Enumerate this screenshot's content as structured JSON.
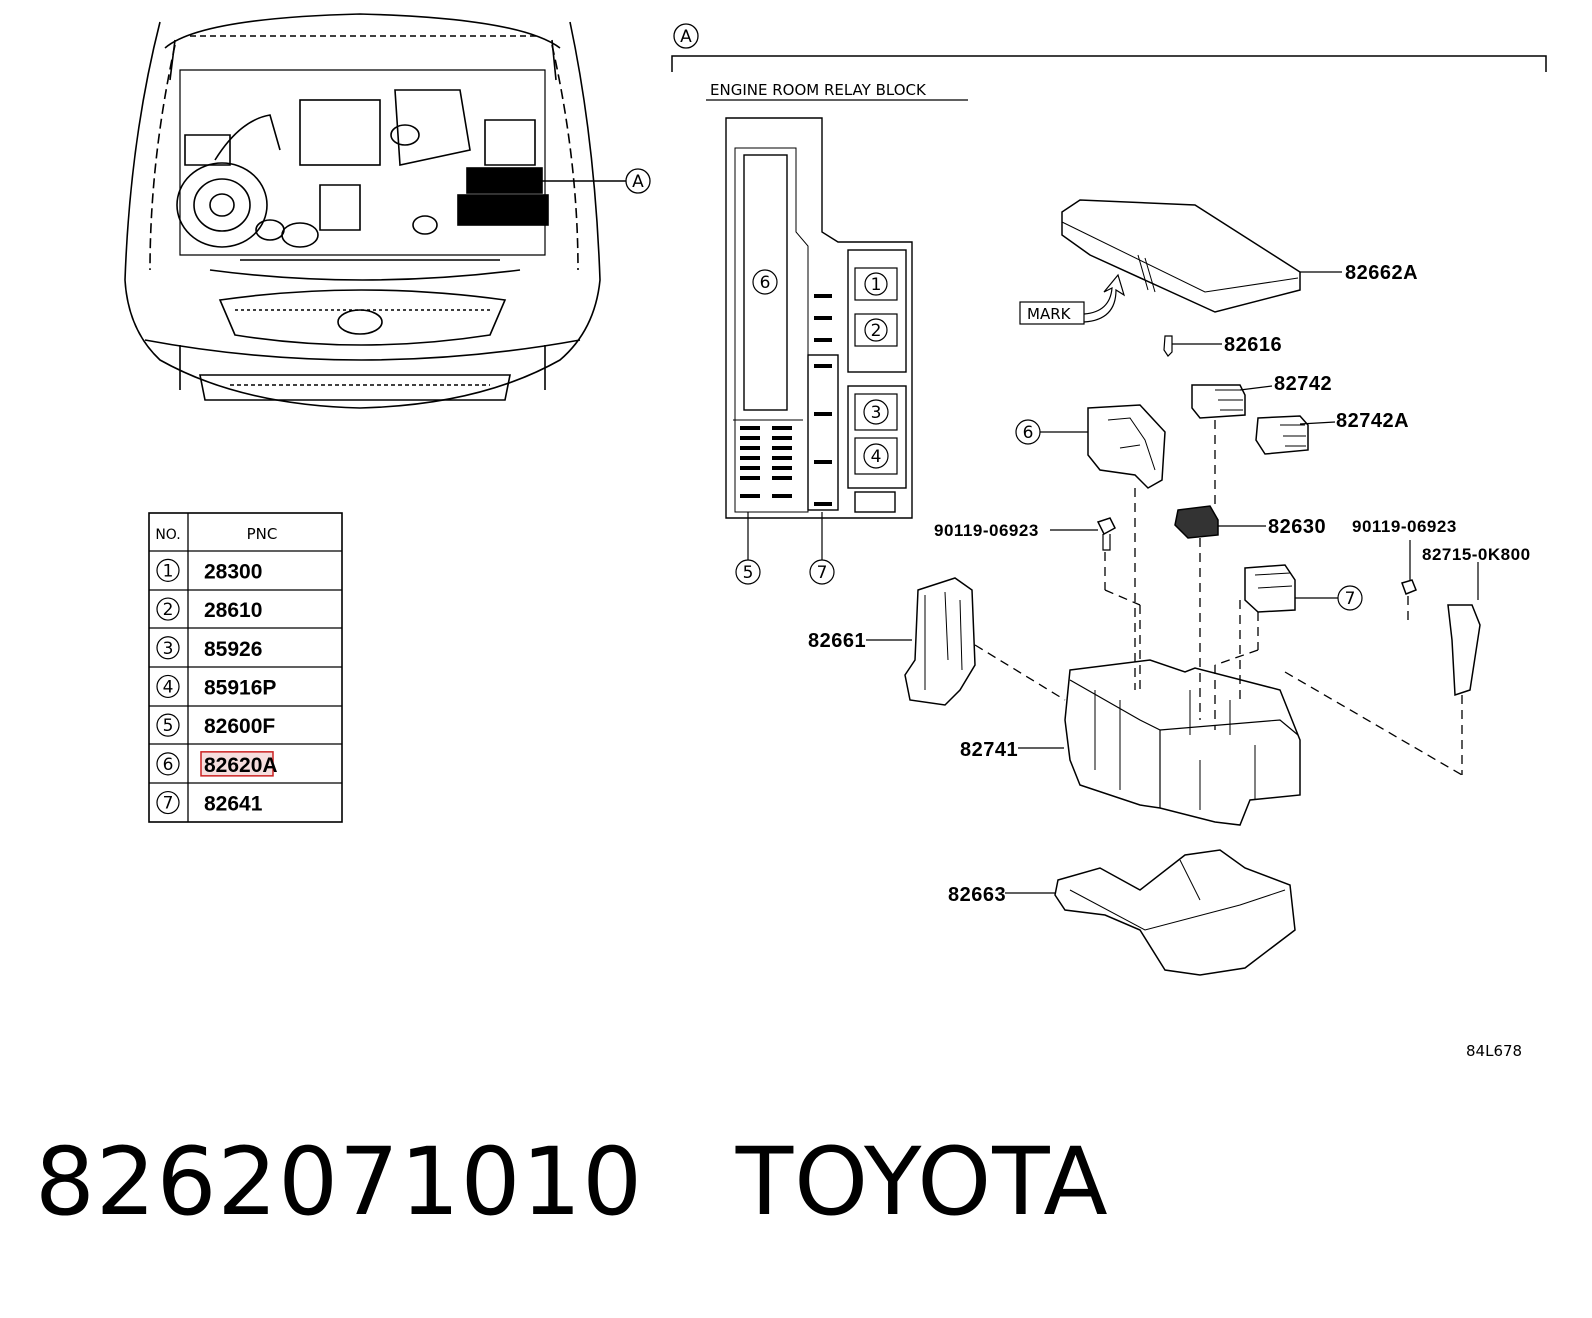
{
  "callout_a": "A",
  "section_title": "ENGINE ROOM RELAY BLOCK",
  "mark_label": "MARK",
  "figure_code": "84L678",
  "table": {
    "col_no": "NO.",
    "col_pnc": "PNC",
    "rows": [
      {
        "no": "1",
        "pnc": "28300"
      },
      {
        "no": "2",
        "pnc": "28610"
      },
      {
        "no": "3",
        "pnc": "85926"
      },
      {
        "no": "4",
        "pnc": "85916P"
      },
      {
        "no": "5",
        "pnc": "82600F"
      },
      {
        "no": "6",
        "pnc": "82620A"
      },
      {
        "no": "7",
        "pnc": "82641"
      }
    ],
    "highlighted_row": 5,
    "highlight_color": "#cc2222"
  },
  "layout_numbers": [
    "1",
    "2",
    "3",
    "4",
    "5",
    "6",
    "7"
  ],
  "part_labels": {
    "p82662a": "82662A",
    "p82616": "82616",
    "p82742": "82742",
    "p82742a": "82742A",
    "p82630": "82630",
    "p90119_left": "90119-06923",
    "p90119_right": "90119-06923",
    "p82715": "82715-0K800",
    "p82661": "82661",
    "p82741": "82741",
    "p82663": "82663",
    "c6": "6",
    "c7": "7"
  },
  "footer": {
    "part_number": "8262071010",
    "brand": "TOYOTA"
  }
}
